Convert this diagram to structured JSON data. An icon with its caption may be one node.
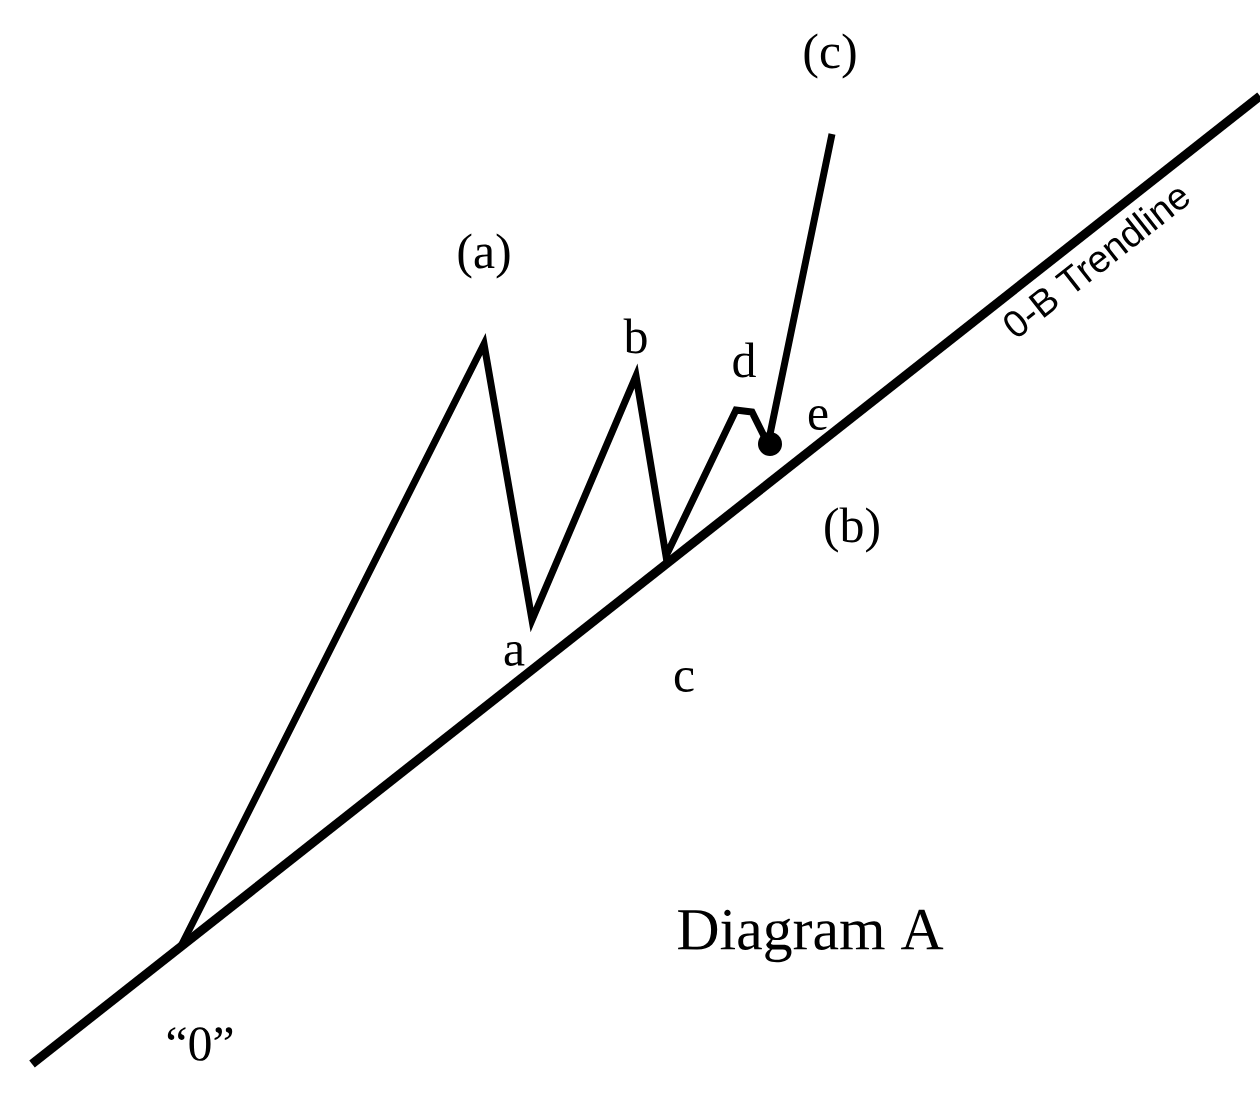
{
  "diagram": {
    "caption": "Diagram A",
    "labels": [
      "(c)",
      "0-B Trendline",
      "(a)",
      "b",
      "d",
      "e",
      "(b)",
      "a",
      "c",
      "“0”"
    ]
  }
}
